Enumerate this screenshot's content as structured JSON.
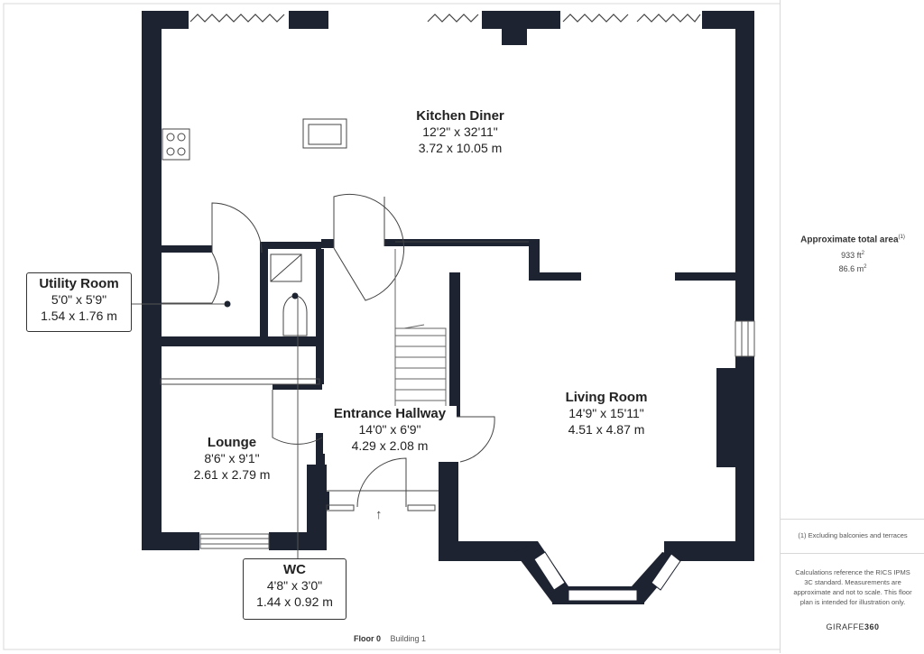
{
  "rooms": {
    "kitchen": {
      "name": "Kitchen Diner",
      "imperial": "12'2\" x 32'11\"",
      "metric": "3.72 x 10.05 m"
    },
    "living": {
      "name": "Living Room",
      "imperial": "14'9\" x 15'11\"",
      "metric": "4.51 x 4.87 m"
    },
    "hallway": {
      "name": "Entrance Hallway",
      "imperial": "14'0\" x 6'9\"",
      "metric": "4.29 x 2.08 m"
    },
    "lounge": {
      "name": "Lounge",
      "imperial": "8'6\" x 9'1\"",
      "metric": "2.61 x 2.79 m"
    },
    "utility": {
      "name": "Utility Room",
      "imperial": "5'0\" x 5'9\"",
      "metric": "1.54 x 1.76 m"
    },
    "wc": {
      "name": "WC",
      "imperial": "4'8\" x 3'0\"",
      "metric": "1.44 x 0.92 m"
    }
  },
  "sidebar": {
    "area_title": "Approximate total area",
    "area_note_marker": "(1)",
    "area_sqft": "933 ft",
    "area_sqm": "86.6 m",
    "area_sup": "2",
    "exclusion_note": "(1) Excluding balconies and terraces",
    "calc_note": "Calculations reference the RICS IPMS 3C standard. Measurements are approximate and not to scale. This floor plan is intended for illustration only.",
    "brand_a": "GIRAFFE",
    "brand_b": "360"
  },
  "footer": {
    "floor": "Floor 0",
    "building": "Building 1"
  },
  "colors": {
    "wall": "#1d2330",
    "line": "#555555",
    "border": "#d8d8d8"
  },
  "icons": {
    "entrance": "arrow-up-icon"
  }
}
